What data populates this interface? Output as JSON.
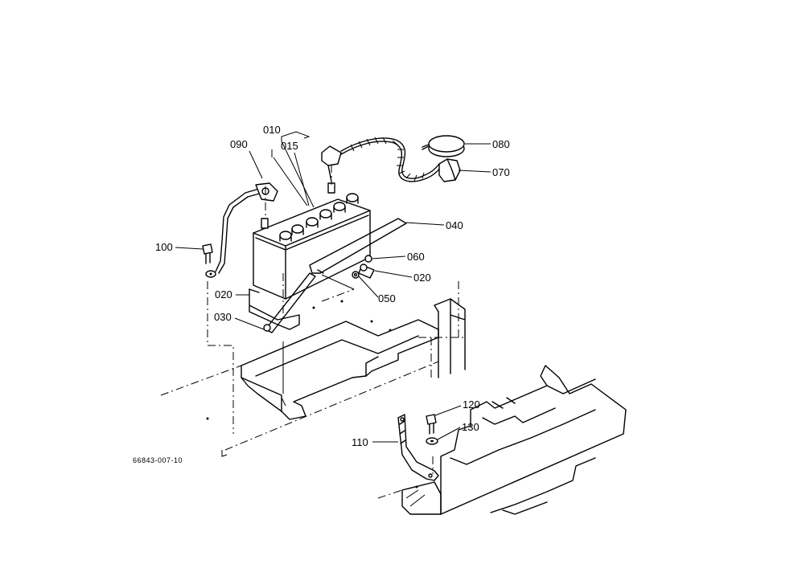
{
  "diagram_code": "66843-007-10",
  "labels": {
    "p010": "010",
    "p015": "015",
    "p090": "090",
    "p100": "100",
    "p020a": "020",
    "p030": "030",
    "p080": "080",
    "p070": "070",
    "p040": "040",
    "p060": "060",
    "p020b": "020",
    "p050": "050",
    "p120": "120",
    "p130": "130",
    "p110": "110"
  }
}
